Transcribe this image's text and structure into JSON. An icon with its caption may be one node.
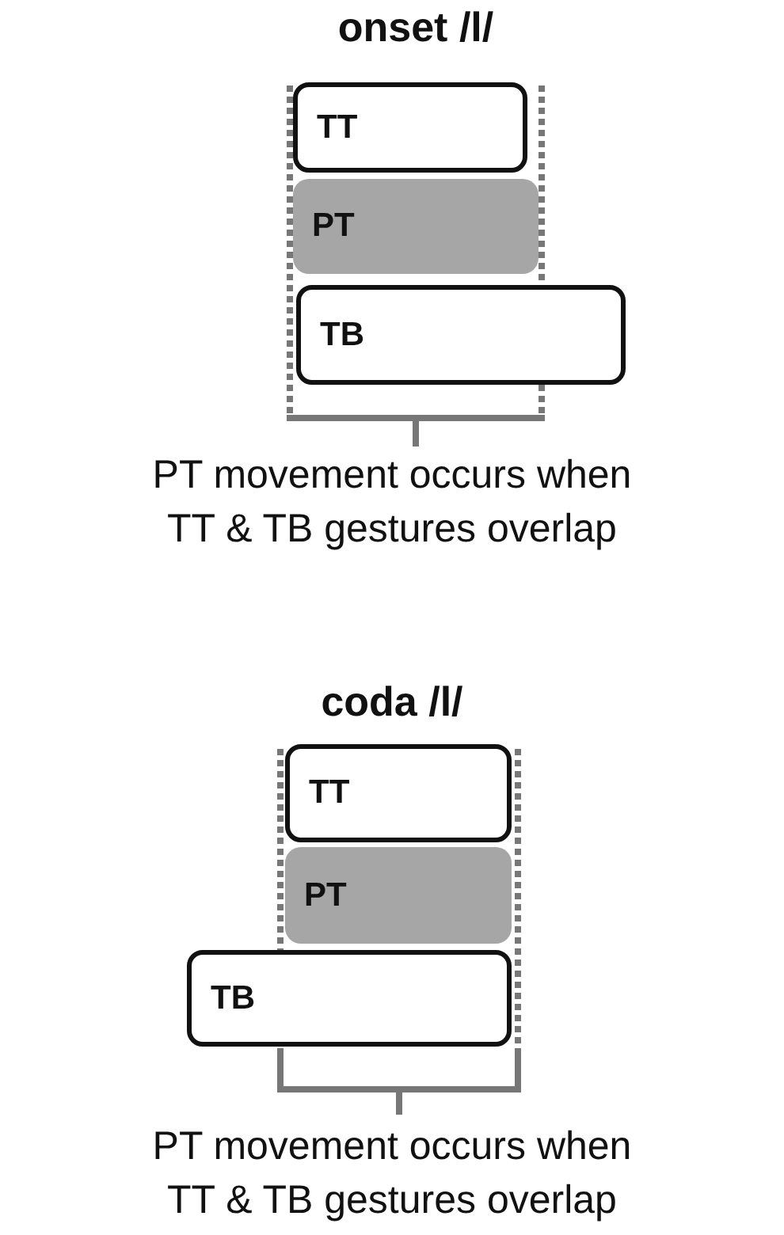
{
  "diagram": {
    "nodes": [
      {
        "text": [
          "TT"
        ]
      },
      {
        "text": [
          "PT"
        ]
      },
      {
        "text": [
          "TB"
        ]
      },
      {
        "text": [
          "TT"
        ]
      },
      {
        "text": [
          "PT"
        ]
      },
      {
        "text": [
          "TB"
        ]
      }
    ],
    "labels": [
      "onset /l/",
      "PT movement occurs when TT & TB gestures overlap",
      "coda /l/",
      "PT movement occurs when TT & TB gestures overlap"
    ]
  }
}
